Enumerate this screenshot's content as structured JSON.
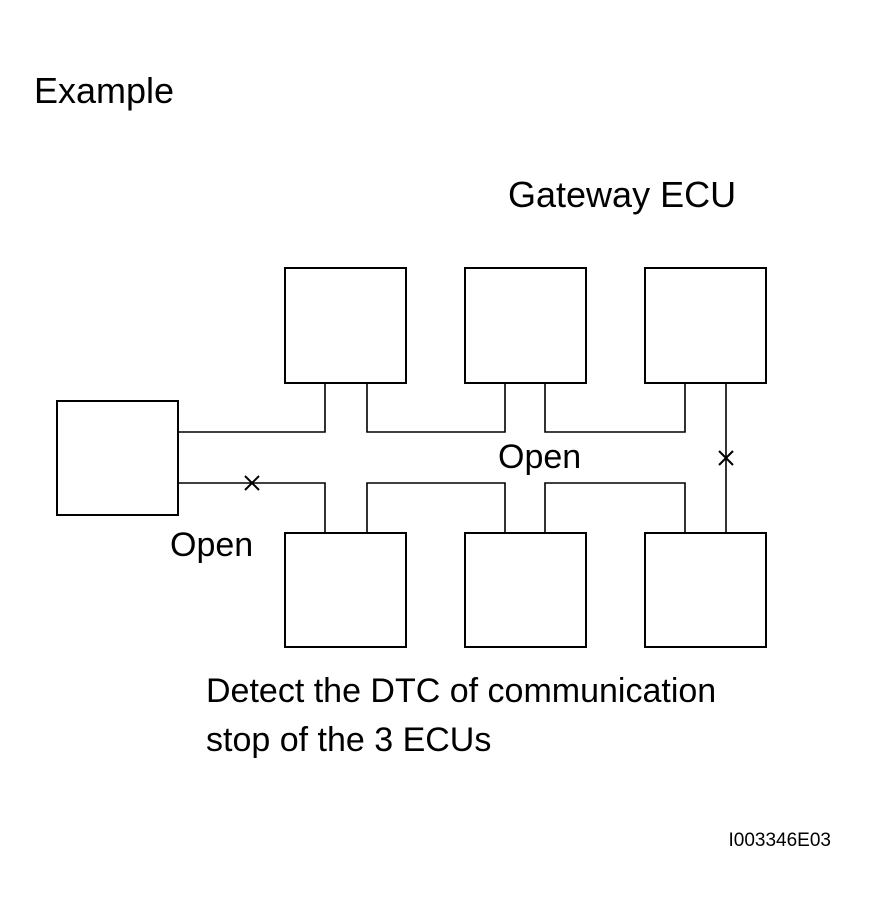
{
  "example_label": "Example",
  "gateway_label": "Gateway ECU",
  "open_labels": [
    "Open",
    "Open"
  ],
  "caption": {
    "line1": "Detect the DTC of communication",
    "line2": "stop of the 3 ECUs"
  },
  "figure_id": "I003346E03",
  "colors": {
    "ink": "#000000",
    "background": "#ffffff"
  }
}
